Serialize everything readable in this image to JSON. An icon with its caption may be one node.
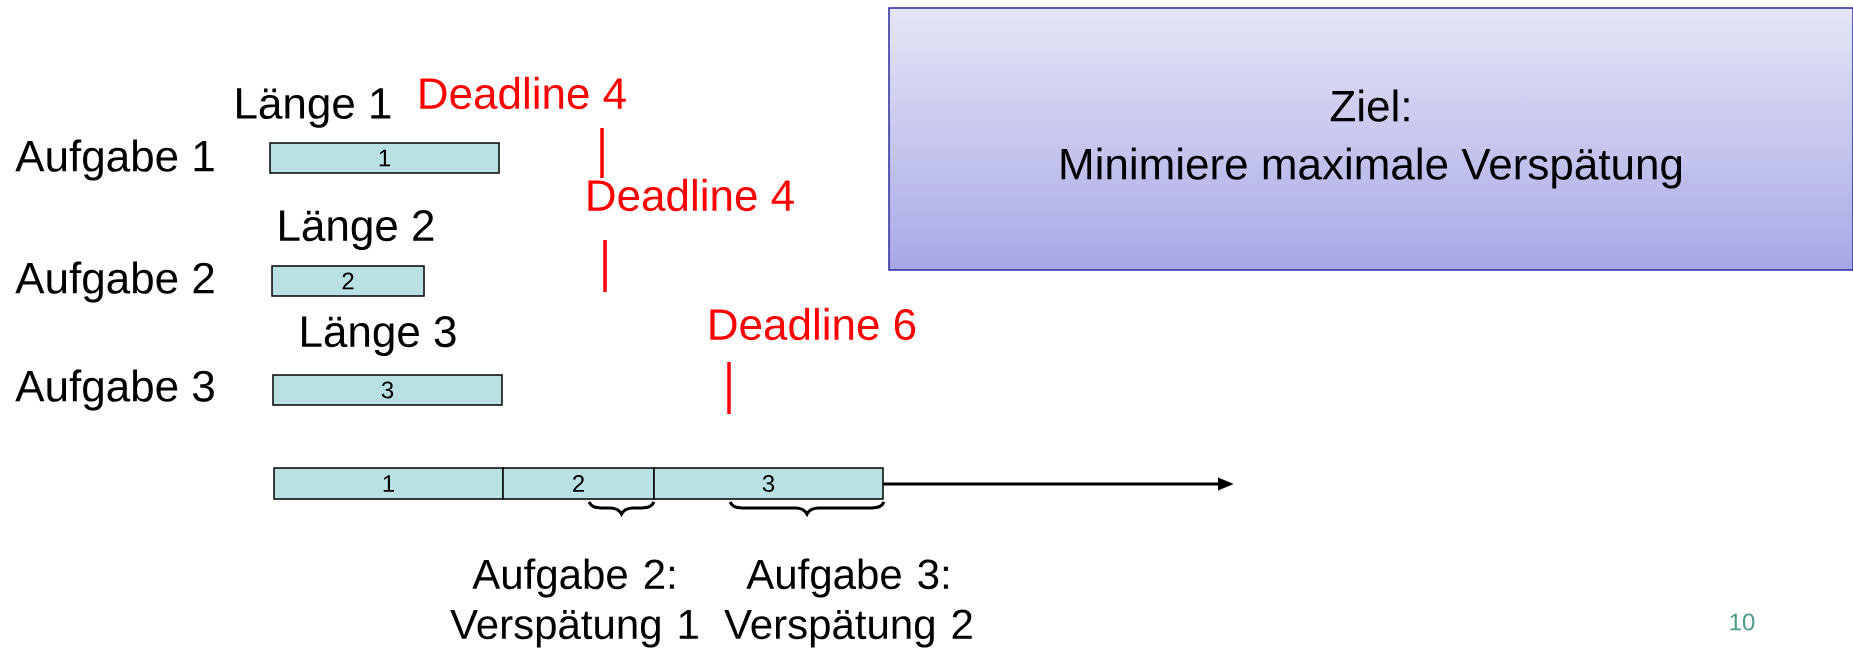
{
  "diagram": {
    "nodes": [
      {
        "text": [
          "1"
        ],
        "beside": [
          "Länge 1"
        ]
      },
      {
        "text": [
          "2"
        ],
        "beside": [
          "Länge 2"
        ]
      },
      {
        "text": [
          "3"
        ],
        "beside": [
          "Länge 3"
        ]
      },
      {
        "text": [
          "1"
        ]
      },
      {
        "text": [
          "2"
        ]
      },
      {
        "text": [
          "3"
        ]
      },
      {
        "text": [
          "Ziel:",
          "Minimiere maximale Verspätung"
        ]
      }
    ],
    "labels": [
      "Deadline 4",
      "Aufgabe 1",
      "Deadline 4",
      "Aufgabe 2",
      "Deadline 6",
      "Aufgabe 3",
      "Aufgabe 2: Verspätung 1",
      "Aufgabe 3: Verspätung 2",
      "10"
    ]
  }
}
